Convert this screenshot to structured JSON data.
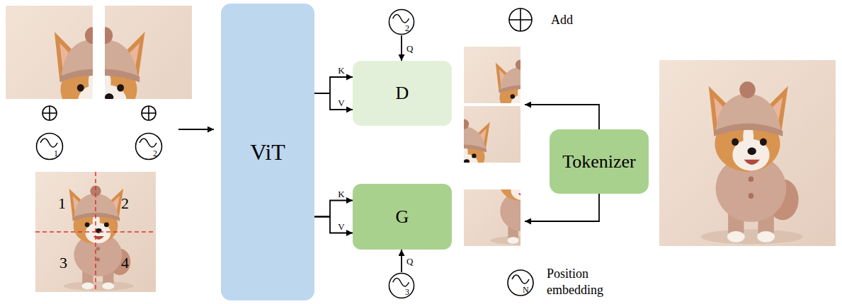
{
  "diagram": {
    "nodes": [
      {
        "text": [
          "1"
        ]
      },
      {
        "text": [
          "2"
        ]
      },
      {
        "text": [
          "ViT"
        ]
      },
      {
        "text": [
          "2"
        ]
      },
      {
        "text": [
          "D"
        ]
      },
      {
        "text": [
          "G"
        ]
      },
      {
        "text": [
          "3"
        ]
      },
      {
        "text": [
          "Tokenizer"
        ]
      }
    ],
    "edges": [
      {
        "from": 2,
        "to": 4,
        "arrow": "to",
        "label": "K"
      },
      {
        "from": 2,
        "to": 4,
        "arrow": "to",
        "label": "V"
      },
      {
        "from": 2,
        "to": 5,
        "arrow": "to",
        "label": "K"
      },
      {
        "from": 2,
        "to": 5,
        "arrow": "to",
        "label": "V"
      },
      {
        "from": 3,
        "to": 4,
        "arrow": "to",
        "label": "Q"
      },
      {
        "from": 6,
        "to": 5,
        "arrow": "to",
        "label": "Q"
      }
    ],
    "labels": [
      "1",
      "2",
      "3",
      "4",
      "N"
    ],
    "legend": [
      {
        "text": "Add"
      },
      {
        "text": "Position embedding"
      }
    ]
  }
}
